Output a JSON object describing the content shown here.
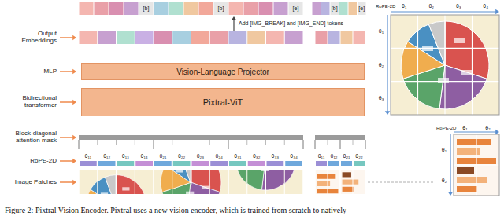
{
  "diagram": {
    "caption": "Figure 2: Pixtral Vision Encoder. Pixtral uses a new vision encoder, which is trained from scratch to natively",
    "nodes": [
      {
        "text": [
          "Vision-Language Projector"
        ]
      },
      {
        "text": [
          "Pixtral-ViT"
        ]
      }
    ],
    "labels": [
      "[b]",
      "[b]",
      "[e]",
      "[b]",
      "[e]",
      "Add [IMG_BREAK] and [IMG_END] tokens",
      "Output Embeddings",
      "MLP",
      "Bidirectional transformer",
      "Block-diagonal attention mask",
      "RoPE-2D",
      "Image Patches",
      "θ₁₁",
      "θ₁₂",
      "θ₁₃",
      "θ₁₄",
      "θ₂₁",
      "θ₂₂",
      "θ₂₃",
      "θ₂₄",
      "θ₃₁",
      "θ₃₂",
      "θ₃₃",
      "θ₃₄",
      "θ₁₁",
      "θ₁₂",
      "θ₂₁",
      "θ₂₂",
      "RoPE-2D",
      "θ₁",
      "θ₂",
      "θ₃",
      "θ₄",
      "θ₁",
      "θ₂",
      "θ₃",
      "RoPE-2D",
      "θ₁",
      "θ₂",
      "θ₁",
      "θ₂"
    ]
  }
}
